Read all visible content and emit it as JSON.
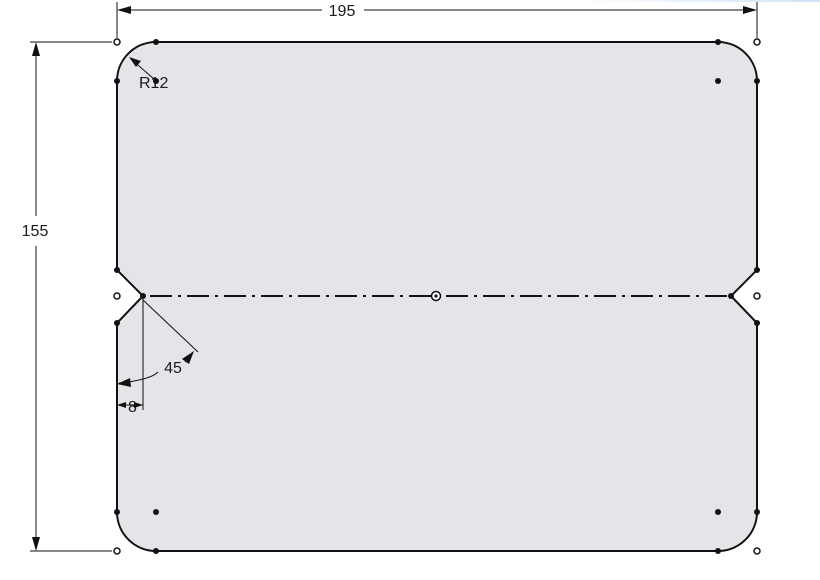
{
  "sketch": {
    "dimensions": {
      "width": "195",
      "height": "155",
      "corner_radius": "R12",
      "angle": "45",
      "offset": "8"
    },
    "colors": {
      "region_fill": "#e3e5e8",
      "edge_stroke": "#111111",
      "background": "#ffffff"
    }
  }
}
